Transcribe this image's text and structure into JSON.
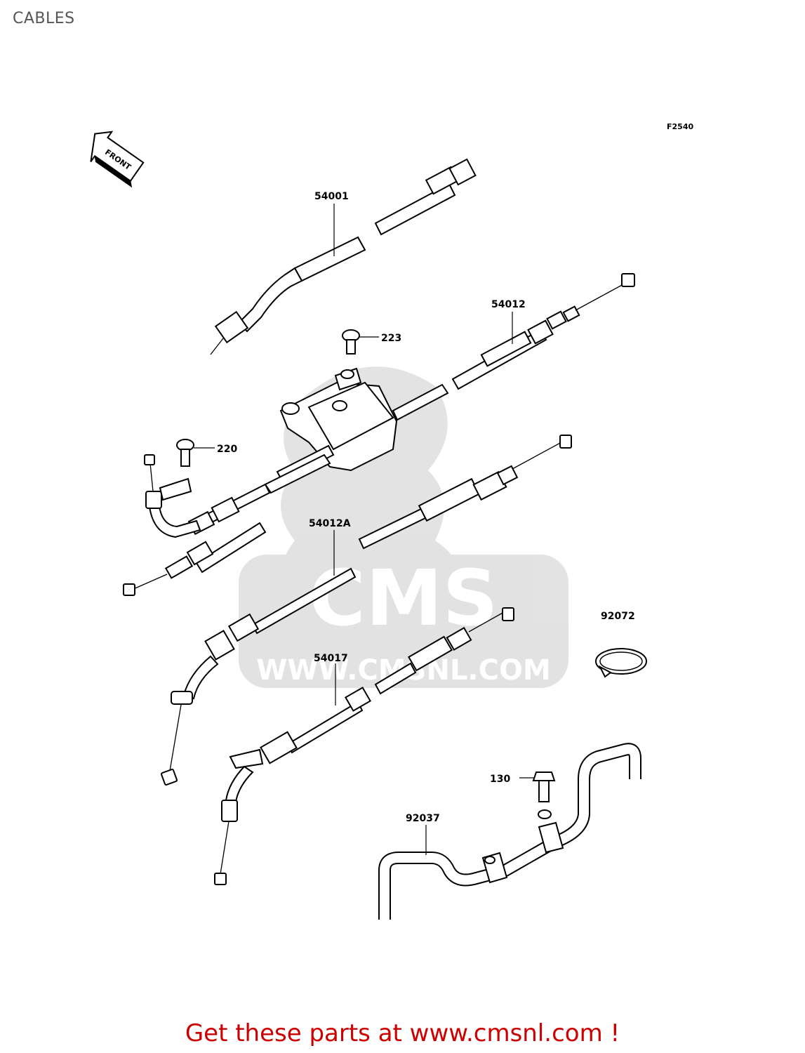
{
  "page": {
    "title": "CABLES"
  },
  "figure": {
    "code": "F2540",
    "front_label": "FRONT"
  },
  "parts": [
    {
      "number": "54001"
    },
    {
      "number": "54012"
    },
    {
      "number": "223"
    },
    {
      "number": "220"
    },
    {
      "number": "54012A"
    },
    {
      "number": "92072"
    },
    {
      "number": "54017"
    },
    {
      "number": "130"
    },
    {
      "number": "92037"
    }
  ],
  "watermark": {
    "brand": "CMS",
    "url": "WWW.CMSNL.COM"
  },
  "footer": {
    "text": "Get these parts at www.cmsnl.com !",
    "color": "#cc0000"
  }
}
